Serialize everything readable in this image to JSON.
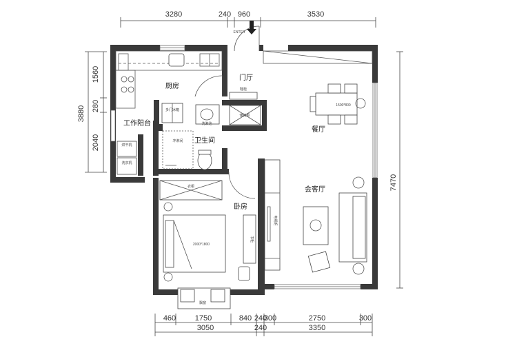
{
  "dimensions": {
    "top": [
      "3280",
      "240",
      "960",
      "3530"
    ],
    "bottom_row1": [
      "460",
      "1750",
      "840",
      "240",
      "300",
      "2750",
      "300"
    ],
    "bottom_row2": [
      "3050",
      "240",
      "3350"
    ],
    "left": [
      "1560",
      "280",
      "2040"
    ],
    "left_total": "3880",
    "right": "7470"
  },
  "rooms": {
    "kitchen": "厨房",
    "foyer": "门厅",
    "dining": "餐厅",
    "living": "会客厅",
    "bathroom": "卫生间",
    "bedroom": "卧房",
    "work_balcony": "工作阳台"
  },
  "labels": {
    "entry": "ENTER",
    "fridge": "多门冰箱",
    "wash_basin": "洗漱池",
    "shower": "冲淋间",
    "shoe_cabinet": "鞋柜",
    "cabinet": "储物柜",
    "dining_table": "1500*800",
    "bed": "2000*1800",
    "bay_window": "飘窗",
    "dryer": "烘干机",
    "washer": "洗衣机",
    "wardrobe": "衣柜",
    "tv_cabinet": "电视柜",
    "bookshelf": "书柜"
  }
}
